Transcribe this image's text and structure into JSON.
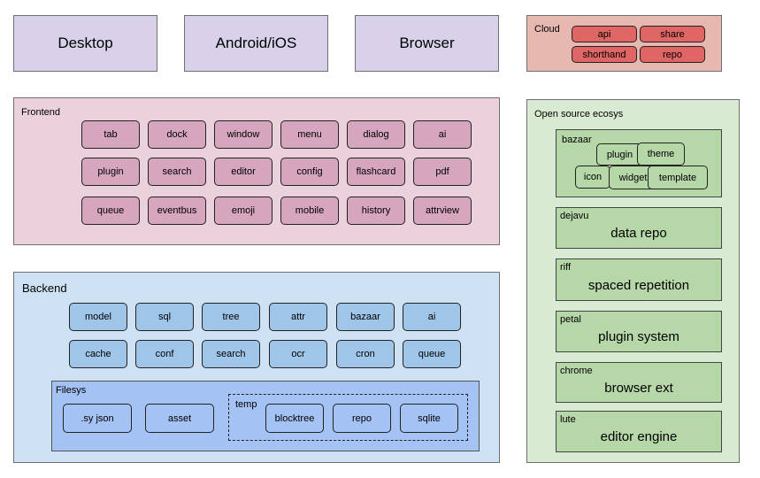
{
  "platforms": [
    "Desktop",
    "Android/iOS",
    "Browser"
  ],
  "cloud": {
    "title": "Cloud",
    "items": [
      "api",
      "share",
      "shorthand",
      "repo"
    ]
  },
  "frontend": {
    "title": "Frontend",
    "items": [
      "tab",
      "dock",
      "window",
      "menu",
      "dialog",
      "ai",
      "plugin",
      "search",
      "editor",
      "config",
      "flashcard",
      "pdf",
      "queue",
      "eventbus",
      "emoji",
      "mobile",
      "history",
      "attrview"
    ]
  },
  "backend": {
    "title": "Backend",
    "items": [
      "model",
      "sql",
      "tree",
      "attr",
      "bazaar",
      "ai",
      "cache",
      "conf",
      "search",
      "ocr",
      "cron",
      "queue"
    ],
    "filesys": {
      "title": "Filesys",
      "items": [
        ".sy json",
        "asset"
      ],
      "temp": {
        "title": "temp",
        "items": [
          "blocktree",
          "repo",
          "sqlite"
        ]
      }
    }
  },
  "opensource": {
    "title": "Open source ecosys",
    "bazaar": {
      "title": "bazaar",
      "items": [
        "plugin",
        "theme",
        "icon",
        "widget",
        "template"
      ]
    },
    "projects": [
      {
        "name": "dejavu",
        "desc": "data repo"
      },
      {
        "name": "riff",
        "desc": "spaced repetition"
      },
      {
        "name": "petal",
        "desc": "plugin system"
      },
      {
        "name": "chrome",
        "desc": "browser ext"
      },
      {
        "name": "lute",
        "desc": "editor engine"
      }
    ]
  },
  "colors": {
    "platform": "#d9d1ea",
    "cloud_bg": "#e6b8af",
    "cloud_chip": "#e06666",
    "frontend_bg": "#ead1dc",
    "frontend_chip": "#d5a6bd",
    "backend_bg": "#cfe2f3",
    "backend_chip": "#9fc5e8",
    "filesys_bg": "#a4c2f4",
    "opensource_bg": "#d9ead3",
    "opensource_chip": "#b6d7a8"
  }
}
